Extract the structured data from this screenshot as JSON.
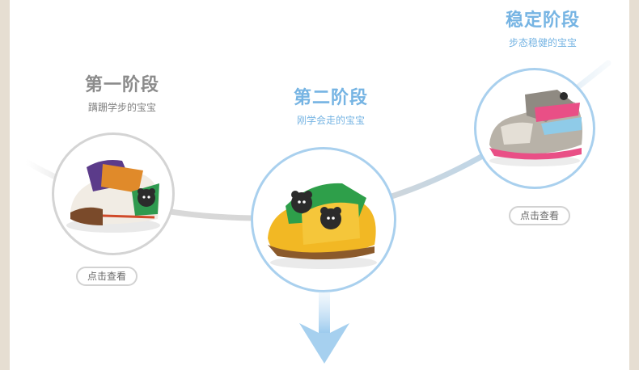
{
  "stages": [
    {
      "title": "第一阶段",
      "subtitle": "蹒跚学步的宝宝",
      "button": "点击查看"
    },
    {
      "title": "第二阶段",
      "subtitle": "刚学会走的宝宝"
    },
    {
      "title": "稳定阶段",
      "subtitle": "步态稳健的宝宝",
      "button": "点击查看"
    }
  ],
  "colors": {
    "background": "#e6ded2",
    "accent_blue": "#76b4e3",
    "title_gray": "#8b8b8b"
  }
}
